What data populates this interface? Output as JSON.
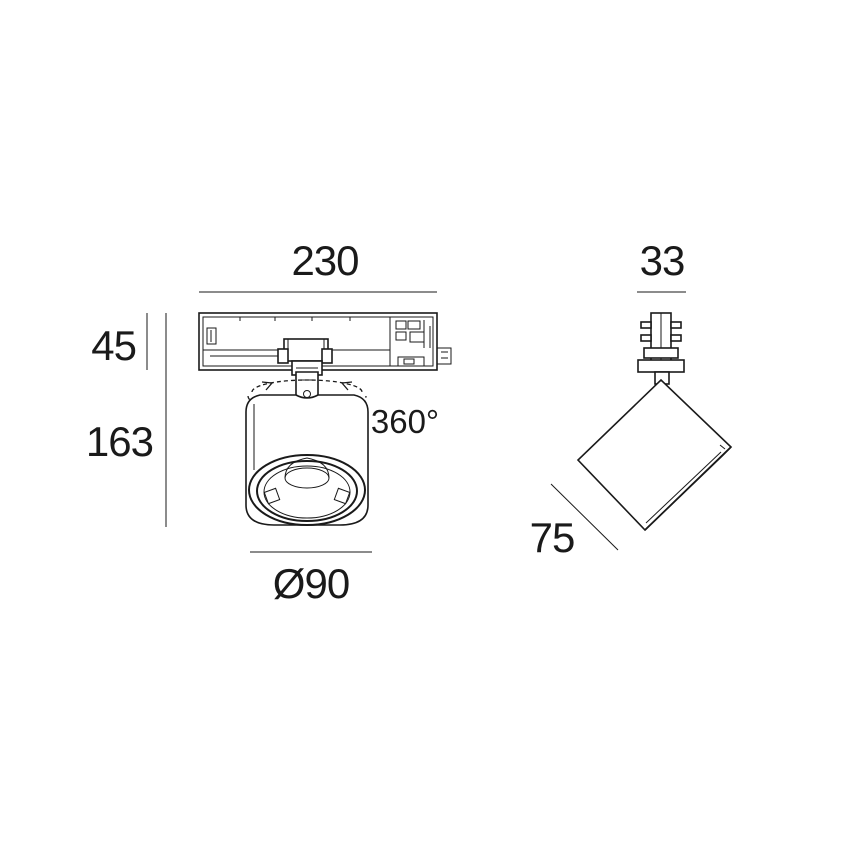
{
  "dimensions": {
    "track_width": "230",
    "track_height": "45",
    "total_height": "163",
    "diameter": "Ø90",
    "rotation": "360°",
    "side_width": "33",
    "side_depth": "75"
  },
  "colors": {
    "line": "#1a1a1a",
    "background": "#ffffff"
  }
}
